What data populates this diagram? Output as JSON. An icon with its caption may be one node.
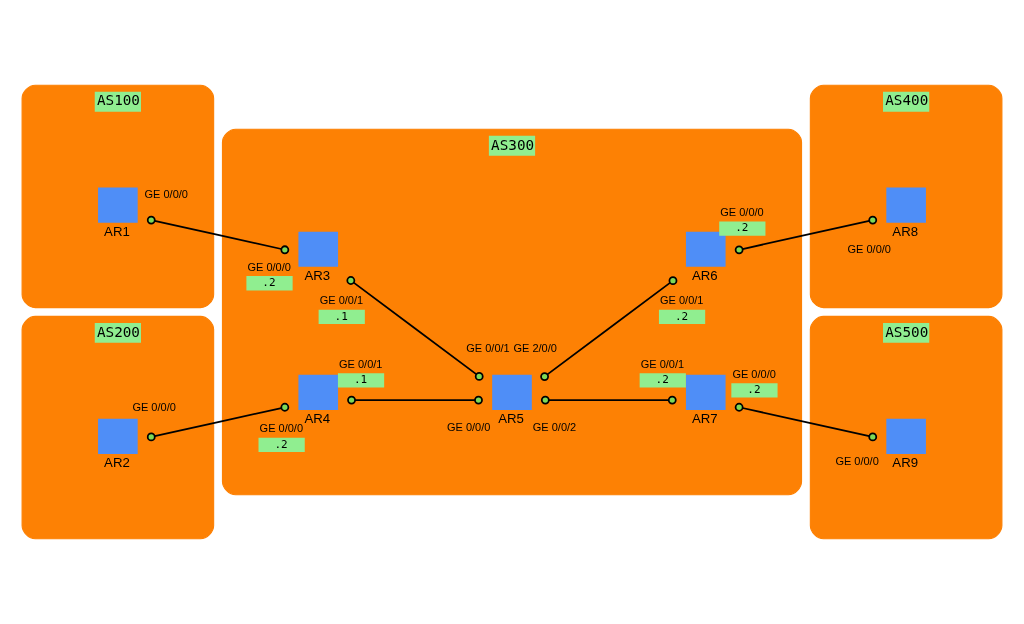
{
  "diagram": {
    "nodes": [
      {
        "text": [
          "AS100"
        ]
      },
      {
        "text": [
          "AR1"
        ],
        "in": 0,
        "beside": [
          "GE 0/0/0"
        ]
      },
      {
        "text": [
          "AS400"
        ]
      },
      {
        "text": [
          "AR8"
        ],
        "in": 2,
        "beside": [
          "GE 0/0/0"
        ]
      },
      {
        "text": [
          "AS300"
        ]
      },
      {
        "text": [
          "AR3"
        ],
        "in": 4,
        "beside": [
          "GE 0/0/0",
          ".2",
          "GE 0/0/1",
          ".1"
        ]
      },
      {
        "text": [
          "AR6"
        ],
        "in": 4,
        "beside": [
          "GE 0/0/1",
          ".2",
          "GE 0/0/0",
          ".2"
        ]
      },
      {
        "text": [
          "AR5"
        ],
        "in": 4,
        "beside": [
          "GE 0/0/1",
          "GE 2/0/0",
          "GE 0/0/0",
          "GE 0/0/2"
        ]
      },
      {
        "text": [
          "AR4"
        ],
        "in": 4,
        "beside": [
          "GE 0/0/0",
          ".2",
          "GE 0/0/1",
          ".1"
        ]
      },
      {
        "text": [
          "AR7"
        ],
        "in": 4,
        "beside": [
          "GE 0/0/1",
          ".2",
          "GE 0/0/0",
          ".2"
        ]
      },
      {
        "text": [
          "AS200"
        ]
      },
      {
        "text": [
          "AR2"
        ],
        "in": 10,
        "beside": [
          "GE 0/0/0"
        ]
      },
      {
        "text": [
          "AS500"
        ]
      },
      {
        "text": [
          "AR9"
        ],
        "in": 12,
        "beside": [
          "GE 0/0/0"
        ]
      }
    ],
    "edges": [
      {
        "from": 1,
        "to": 5,
        "arrow": "other"
      },
      {
        "from": 6,
        "to": 3,
        "arrow": "other"
      },
      {
        "from": 5,
        "to": 7,
        "arrow": "other"
      },
      {
        "from": 7,
        "to": 6,
        "arrow": "other"
      },
      {
        "from": 8,
        "to": 7,
        "arrow": "other"
      },
      {
        "from": 7,
        "to": 9,
        "arrow": "other"
      },
      {
        "from": 11,
        "to": 8,
        "arrow": "other"
      },
      {
        "from": 9,
        "to": 13,
        "arrow": "other"
      }
    ]
  }
}
